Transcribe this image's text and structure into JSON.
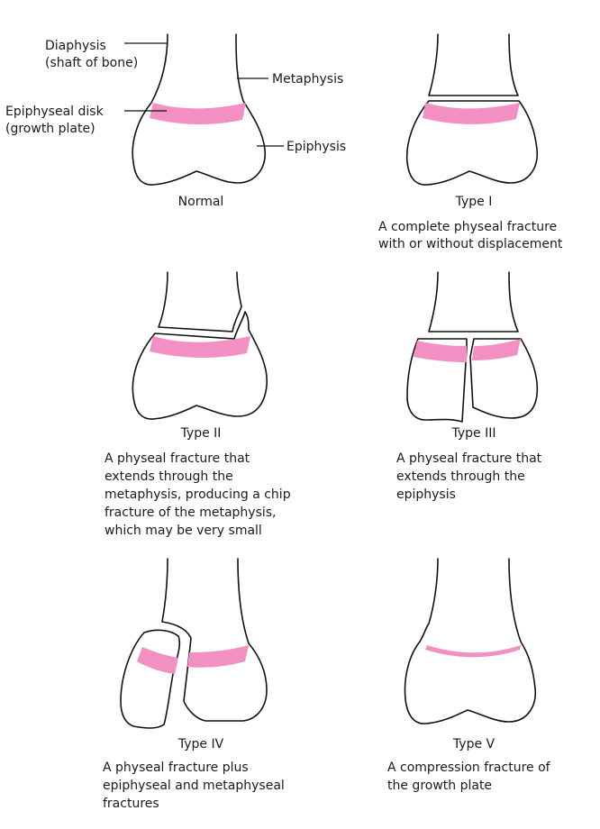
{
  "colors": {
    "growth_plate": "#f28fc3",
    "outline": "#111111",
    "background": "#ffffff"
  },
  "normal": {
    "caption": "Normal",
    "labels": {
      "diaphysis_1": "Diaphysis",
      "diaphysis_2": "(shaft of bone)",
      "metaphysis": "Metaphysis",
      "epiphyseal_1": "Epiphyseal disk",
      "epiphyseal_2": "(growth plate)",
      "epiphysis": "Epiphysis"
    }
  },
  "type1": {
    "caption": "Type I",
    "desc": [
      "A complete physeal fracture",
      "with or without displacement"
    ]
  },
  "type2": {
    "caption": "Type II",
    "desc": [
      "A physeal fracture that",
      "extends through the",
      "metaphysis, producing a chip",
      "fracture of the metaphysis,",
      "which may be very small"
    ]
  },
  "type3": {
    "caption": "Type III",
    "desc": [
      "A physeal fracture that",
      "extends through the",
      "epiphysis"
    ]
  },
  "type4": {
    "caption": "Type IV",
    "desc": [
      "A physeal fracture plus",
      "epiphyseal and metaphyseal",
      "fractures"
    ]
  },
  "type5": {
    "caption": "Type V",
    "desc": [
      "A compression fracture of",
      "the growth plate"
    ]
  }
}
